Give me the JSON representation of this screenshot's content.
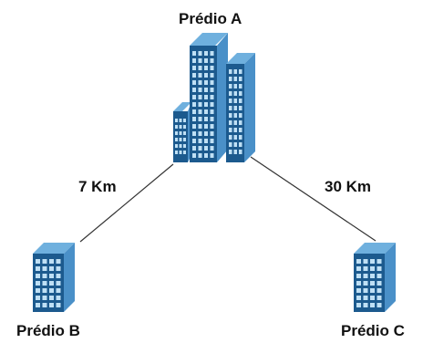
{
  "buildings": {
    "a": {
      "label": "Prédio A"
    },
    "b": {
      "label": "Prédio B"
    },
    "c": {
      "label": "Prédio C"
    }
  },
  "links": {
    "a_b": {
      "distance": "7 Km"
    },
    "a_c": {
      "distance": "30 Km"
    }
  },
  "colors": {
    "building_front": "#1c5a8e",
    "building_side": "#4a90c8",
    "building_top": "#6fb0de",
    "window": "#bfe0f5",
    "line": "#333333",
    "text": "#111111"
  },
  "icons": {
    "building_a": "office-tower-cluster-icon",
    "building_b": "office-building-icon",
    "building_c": "office-building-icon"
  }
}
